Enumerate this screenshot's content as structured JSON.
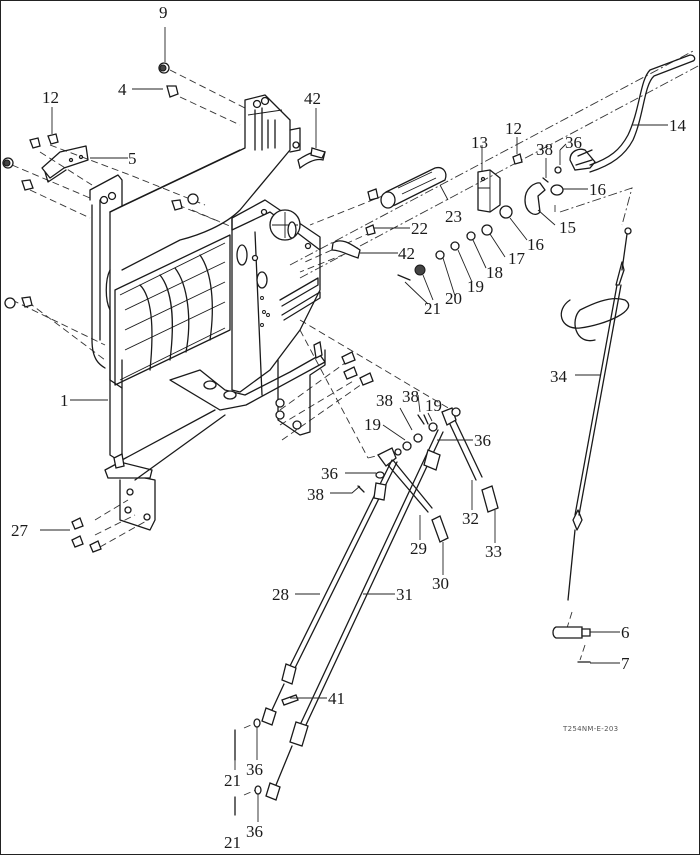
{
  "diagram": {
    "type": "exploded-parts-view",
    "figure_code": "T254NM-E-203",
    "callouts": [
      {
        "id": "c9",
        "label": "9"
      },
      {
        "id": "c4",
        "label": "4"
      },
      {
        "id": "c12a",
        "label": "12"
      },
      {
        "id": "c5",
        "label": "5"
      },
      {
        "id": "c42a",
        "label": "42"
      },
      {
        "id": "c13",
        "label": "13"
      },
      {
        "id": "c12b",
        "label": "12"
      },
      {
        "id": "c38a",
        "label": "38"
      },
      {
        "id": "c36a",
        "label": "36"
      },
      {
        "id": "c14",
        "label": "14"
      },
      {
        "id": "c16a",
        "label": "16"
      },
      {
        "id": "c15",
        "label": "15"
      },
      {
        "id": "c23",
        "label": "23"
      },
      {
        "id": "c22",
        "label": "22"
      },
      {
        "id": "c16b",
        "label": "16"
      },
      {
        "id": "c17",
        "label": "17"
      },
      {
        "id": "c42b",
        "label": "42"
      },
      {
        "id": "c18",
        "label": "18"
      },
      {
        "id": "c19a",
        "label": "19"
      },
      {
        "id": "c20",
        "label": "20"
      },
      {
        "id": "c21a",
        "label": "21"
      },
      {
        "id": "c34",
        "label": "34"
      },
      {
        "id": "c1",
        "label": "1"
      },
      {
        "id": "c38b",
        "label": "38"
      },
      {
        "id": "c38c",
        "label": "38"
      },
      {
        "id": "c19b",
        "label": "19"
      },
      {
        "id": "c19c",
        "label": "19"
      },
      {
        "id": "c36b",
        "label": "36"
      },
      {
        "id": "c36c",
        "label": "36"
      },
      {
        "id": "c38d",
        "label": "38"
      },
      {
        "id": "c32",
        "label": "32"
      },
      {
        "id": "c27",
        "label": "27"
      },
      {
        "id": "c29",
        "label": "29"
      },
      {
        "id": "c33",
        "label": "33"
      },
      {
        "id": "c30",
        "label": "30"
      },
      {
        "id": "c28",
        "label": "28"
      },
      {
        "id": "c31",
        "label": "31"
      },
      {
        "id": "c6",
        "label": "6"
      },
      {
        "id": "c7",
        "label": "7"
      },
      {
        "id": "c41",
        "label": "41"
      },
      {
        "id": "c36d",
        "label": "36"
      },
      {
        "id": "c21b",
        "label": "21"
      },
      {
        "id": "c36e",
        "label": "36"
      },
      {
        "id": "c21c",
        "label": "21"
      }
    ]
  }
}
